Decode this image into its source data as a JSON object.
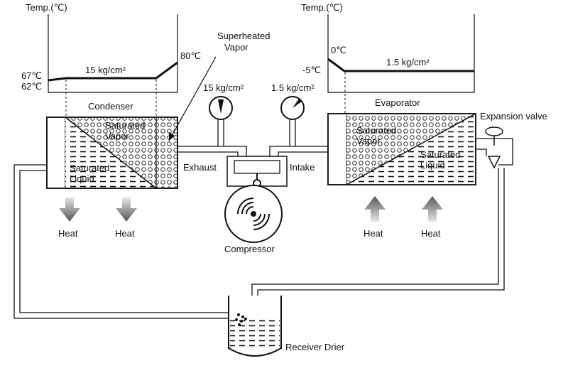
{
  "labels": {
    "temp_axis_left": "Temp.(℃)",
    "temp_axis_right": "Temp.(℃)",
    "t67": "67℃",
    "t62": "62℃",
    "t80": "80℃",
    "t0": "0℃",
    "tneg5": "-5℃",
    "pressure_high": "15 kg/cm²",
    "pressure_low": "1.5 kg/cm²",
    "gauge_high": "15 kg/cm²",
    "gauge_low": "1.5 kg/cm²",
    "superheated_line1": "Superheated",
    "superheated_line2": "Vapor",
    "condenser": "Condenser",
    "evaporator": "Evaporator",
    "expansion_valve": "Expansion valve",
    "cond_vapor_line1": "Saturated",
    "cond_vapor_line2": "Vapor",
    "cond_liquid_line1": "Saturated",
    "cond_liquid_line2": "Liquid",
    "evap_vapor_line1": "Saturated",
    "evap_vapor_line2": "Vapor",
    "evap_liquid_line1": "Saturated",
    "evap_liquid_line2": "Liquid",
    "exhaust": "Exhaust",
    "intake": "Intake",
    "compressor": "Compressor",
    "heat_1": "Heat",
    "heat_2": "Heat",
    "heat_3": "Heat",
    "heat_4": "Heat",
    "receiver_drier": "Receiver Drier"
  },
  "colors": {
    "line": "#111111",
    "arrow_gray": "#707070"
  }
}
